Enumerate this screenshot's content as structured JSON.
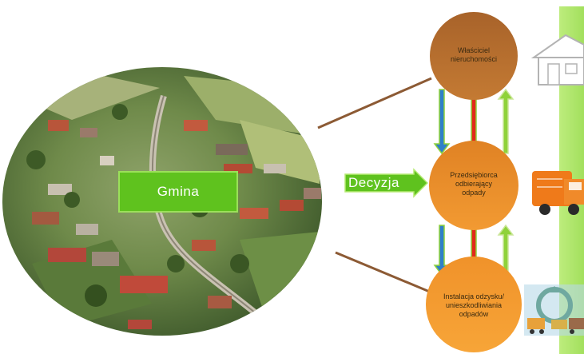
{
  "gmina": {
    "label": "Gmina"
  },
  "decision": {
    "label": "Decyzja"
  },
  "nodes": {
    "owner": {
      "line1": "Właściciel",
      "line2": "nieruchomości"
    },
    "company": {
      "line1": "Przedsiębiorca",
      "line2": "odbierający",
      "line3": "odpady"
    },
    "installation": {
      "line1": "Instalacja odzysku/",
      "line2": "unieszkodliwiania",
      "line3": "odpadów"
    }
  },
  "colors": {
    "owner_circle": "#b8712e",
    "company_circle": "#e98a26",
    "installation_circle": "#f39a26",
    "arrow_blue": "#2f7fc9",
    "arrow_red": "#e12a1a",
    "arrow_green": "#8fd23a",
    "gmina_fill": "#5fc21e",
    "connector": "#8c5a34",
    "side_strip": "#9fe05a"
  },
  "icons": [
    "house-icon",
    "garbage-truck-icon",
    "recycling-icon"
  ]
}
